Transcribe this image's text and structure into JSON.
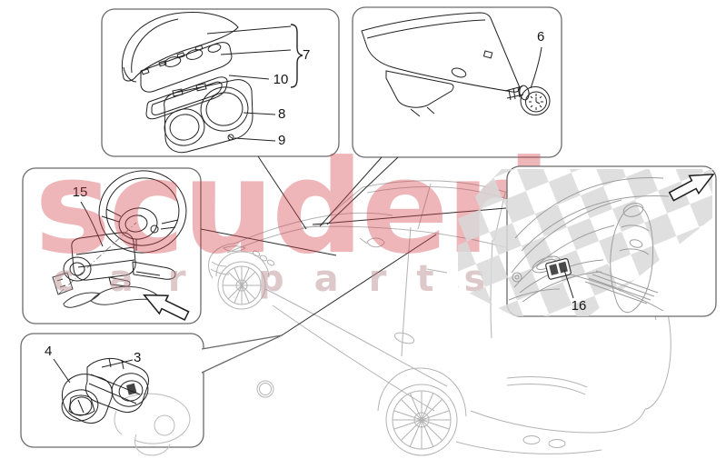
{
  "watermark": {
    "brand": "scuderia",
    "word1": "car",
    "word2": "parts",
    "brand_color": "#d63e4a",
    "caption_color": "#bc9296",
    "checker_color": "#d9d9d9"
  },
  "callouts": {
    "c3": {
      "label": "3"
    },
    "c4": {
      "label": "4"
    },
    "c6": {
      "label": "6"
    },
    "c7": {
      "label": "7"
    },
    "c8": {
      "label": "8"
    },
    "c9": {
      "label": "9"
    },
    "c10": {
      "label": "10"
    },
    "c15": {
      "label": "15"
    },
    "c16": {
      "label": "16"
    }
  },
  "insets": {
    "instrument_cluster": {
      "name": "instrument cluster exploded view"
    },
    "dash_end_panel": {
      "name": "dashboard side panel with clock"
    },
    "steering_column": {
      "name": "steering wheel and column switches"
    },
    "ignition_switch": {
      "name": "ignition lock parts"
    },
    "door_switch": {
      "name": "interior dashboard switch view"
    }
  },
  "icons": {
    "arrow_down_left": "direction-arrow-down-left",
    "arrow_up_right": "direction-arrow-up-right"
  },
  "colors": {
    "part_line": "#222222",
    "car_line": "#b3b3b3",
    "box_border": "#6b6b6b",
    "background": "#ffffff"
  }
}
